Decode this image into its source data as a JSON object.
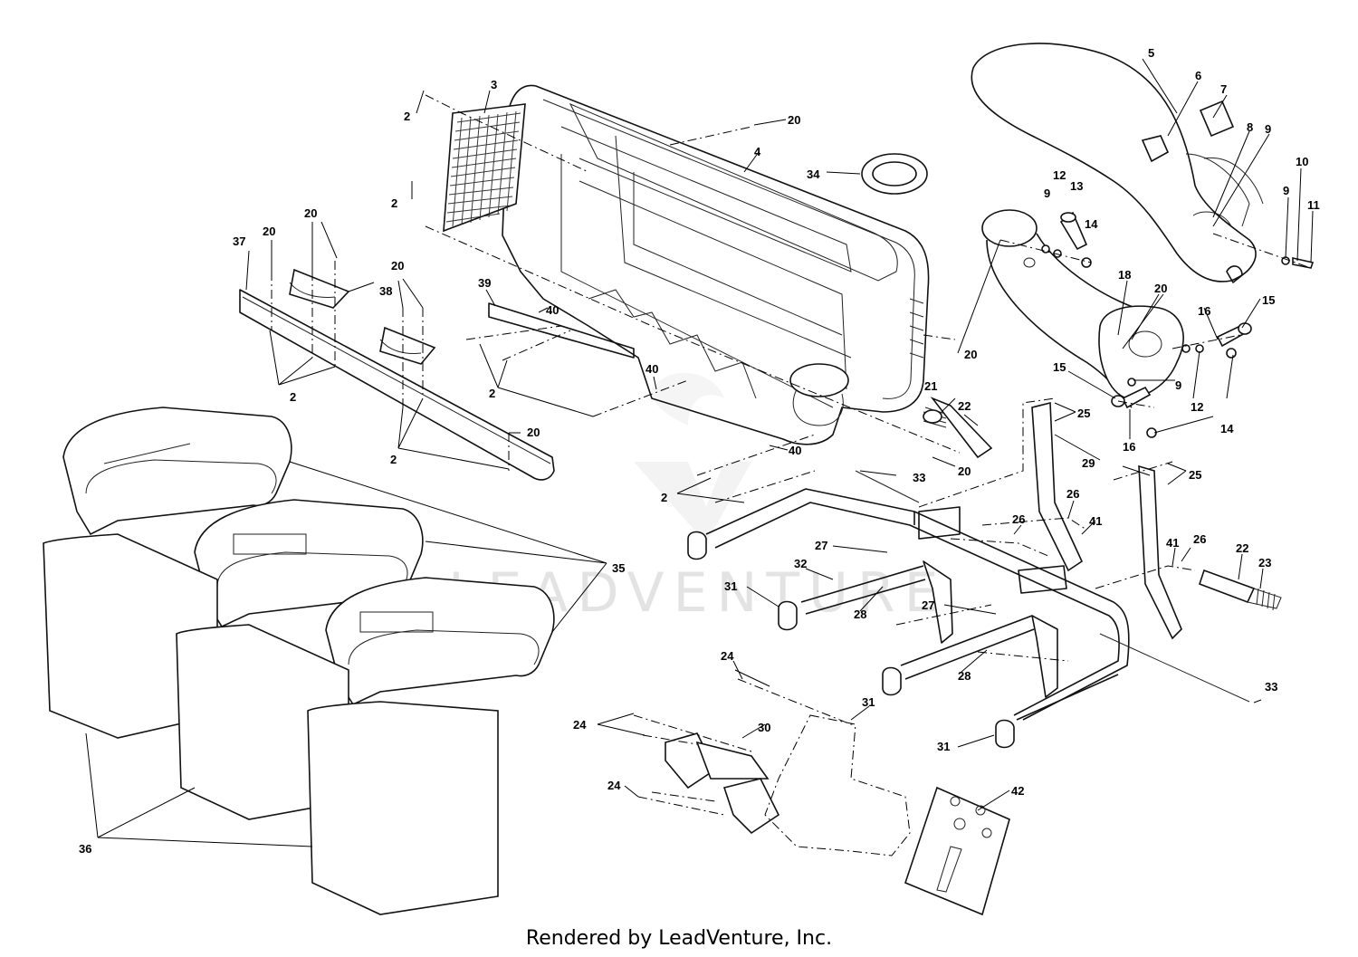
{
  "watermark": "LEADVENTURE",
  "footer": "Rendered by LeadVenture, Inc.",
  "callouts": [
    "2",
    "3",
    "20",
    "4",
    "34",
    "5",
    "6",
    "7",
    "8",
    "9",
    "10",
    "11",
    "12",
    "13",
    "14",
    "18",
    "15",
    "16",
    "37",
    "38",
    "39",
    "40",
    "21",
    "22",
    "25",
    "29",
    "33",
    "26",
    "41",
    "23",
    "27",
    "32",
    "31",
    "28",
    "24",
    "30",
    "42",
    "35",
    "36"
  ]
}
